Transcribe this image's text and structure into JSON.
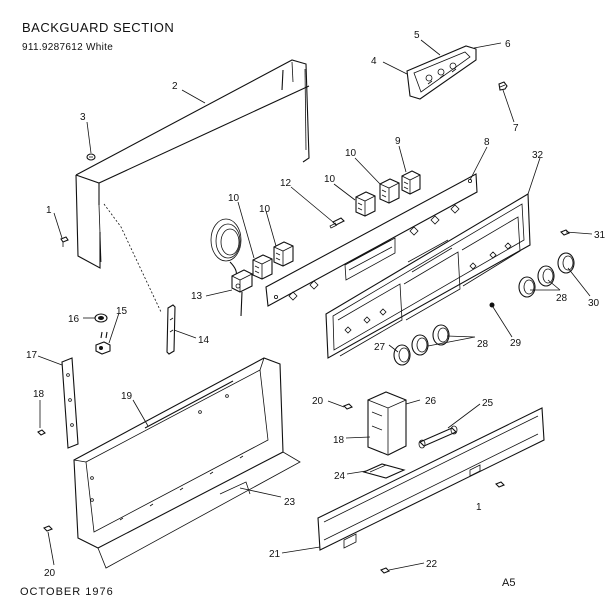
{
  "header": {
    "title": "BACKGUARD SECTION",
    "model": "911.9287612 White"
  },
  "footer": {
    "date": "OCTOBER 1976",
    "page": "A5"
  },
  "callouts": [
    {
      "id": "c1a",
      "text": "1"
    },
    {
      "id": "c1b",
      "text": "1"
    },
    {
      "id": "c2",
      "text": "2"
    },
    {
      "id": "c3",
      "text": "3"
    },
    {
      "id": "c4",
      "text": "4"
    },
    {
      "id": "c5",
      "text": "5"
    },
    {
      "id": "c6",
      "text": "6"
    },
    {
      "id": "c7",
      "text": "7"
    },
    {
      "id": "c8",
      "text": "8"
    },
    {
      "id": "c9",
      "text": "9"
    },
    {
      "id": "c10a",
      "text": "10"
    },
    {
      "id": "c10b",
      "text": "10"
    },
    {
      "id": "c10c",
      "text": "10"
    },
    {
      "id": "c10d",
      "text": "10"
    },
    {
      "id": "c12",
      "text": "12"
    },
    {
      "id": "c13",
      "text": "13"
    },
    {
      "id": "c14",
      "text": "14"
    },
    {
      "id": "c15",
      "text": "15"
    },
    {
      "id": "c16",
      "text": "16"
    },
    {
      "id": "c17",
      "text": "17"
    },
    {
      "id": "c18a",
      "text": "18"
    },
    {
      "id": "c18b",
      "text": "18"
    },
    {
      "id": "c19",
      "text": "19"
    },
    {
      "id": "c20a",
      "text": "20"
    },
    {
      "id": "c20b",
      "text": "20"
    },
    {
      "id": "c21",
      "text": "21"
    },
    {
      "id": "c22",
      "text": "22"
    },
    {
      "id": "c23",
      "text": "23"
    },
    {
      "id": "c24",
      "text": "24"
    },
    {
      "id": "c25",
      "text": "25"
    },
    {
      "id": "c26",
      "text": "26"
    },
    {
      "id": "c27",
      "text": "27"
    },
    {
      "id": "c28a",
      "text": "28"
    },
    {
      "id": "c28b",
      "text": "28"
    },
    {
      "id": "c29",
      "text": "29"
    },
    {
      "id": "c30",
      "text": "30"
    },
    {
      "id": "c31",
      "text": "31"
    },
    {
      "id": "c32",
      "text": "32"
    }
  ]
}
